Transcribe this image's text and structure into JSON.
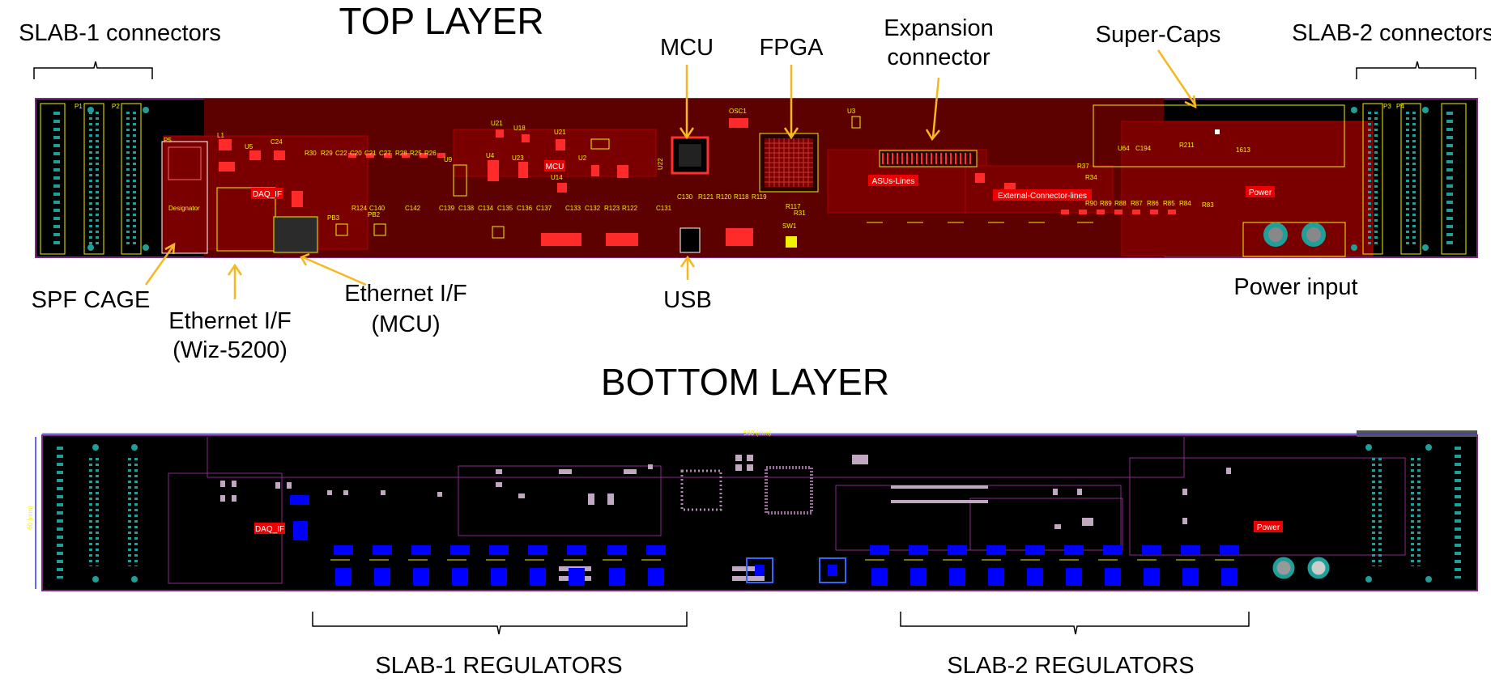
{
  "headings": {
    "top": "TOP LAYER",
    "bottom": "BOTTOM LAYER"
  },
  "labels": {
    "slab1_connectors": "SLAB-1 connectors",
    "slab2_connectors": "SLAB-2 connectors",
    "mcu": "MCU",
    "fpga": "FPGA",
    "expansion_line1": "Expansion",
    "expansion_line2": "connector",
    "supercaps": "Super-Caps",
    "spf_cage": "SPF CAGE",
    "eth_wiz_line1": "Ethernet I/F",
    "eth_wiz_line2": "(Wiz-5200)",
    "eth_mcu_line1": "Ethernet I/F",
    "eth_mcu_line2": "(MCU)",
    "usb": "USB",
    "power_input": "Power input",
    "slab1_regulators": "SLAB-1 REGULATORS",
    "slab2_regulators": "SLAB-2 REGULATORS"
  },
  "board_tags": {
    "daq_if_top": "DAQ_IF",
    "mcu_tag": "MCU",
    "asus_lines": "ASUs-Lines",
    "external_lines": "External-Connector-lines",
    "power_top": "Power",
    "daq_if_bottom": "DAQ_IF",
    "power_bottom": "Power"
  },
  "silkscreen": {
    "u21": "U21",
    "u18": "U18",
    "u21b": "U21",
    "u23": "U23",
    "u4": "U4",
    "u2": "U2",
    "u14": "U14",
    "u22": "U22",
    "osc1": "OSC1",
    "u3": "U3",
    "u9": "U9",
    "u5": "U5",
    "l1": "L1",
    "c24": "C24",
    "r30": "R30",
    "r29": "R29",
    "c22": "C22",
    "c20": "C20",
    "c21": "C21",
    "c27": "C27",
    "r28": "R28",
    "r25": "R25",
    "r26": "R26",
    "p1": "P1",
    "p2": "P2",
    "p3": "P3",
    "p4": "P4",
    "p5": "P5",
    "designator": "Designator",
    "r124": "R124",
    "c140": "C140",
    "c142": "C142",
    "c139": "C139",
    "c138": "C138",
    "c134": "C134",
    "c135": "C135",
    "c136": "C136",
    "c137": "C137",
    "c133": "C133",
    "c132": "C132",
    "r123": "R123",
    "r122": "R122",
    "c131": "C131",
    "c130": "C130",
    "r121": "R121",
    "r120": "R120",
    "r118": "R118",
    "r119": "R119",
    "r117": "R117",
    "r31": "R31",
    "sw1": "SW1",
    "r211": "R211",
    "c194": "C194",
    "u64": "U64",
    "r37": "R37",
    "r34": "R34",
    "r90": "R90",
    "r89": "R89",
    "r88": "R88",
    "r87": "R87",
    "r86": "R86",
    "r85": "R85",
    "r84": "R84",
    "r83": "R83",
    "pb3": "PB3",
    "pb2": "PB2",
    "ref1613": "1613",
    "scale_dim": "560 (mm)",
    "scale_v": "60 (mm)"
  },
  "colors": {
    "board": "#000000",
    "component_overlay": "#7a0000",
    "silkscreen": "#f2f200",
    "tag": "#ee0000",
    "pad": "#1f9f9a",
    "regulator": "#0000ff",
    "outline": "#7a2a7a",
    "arrow": "#f5b81e"
  }
}
